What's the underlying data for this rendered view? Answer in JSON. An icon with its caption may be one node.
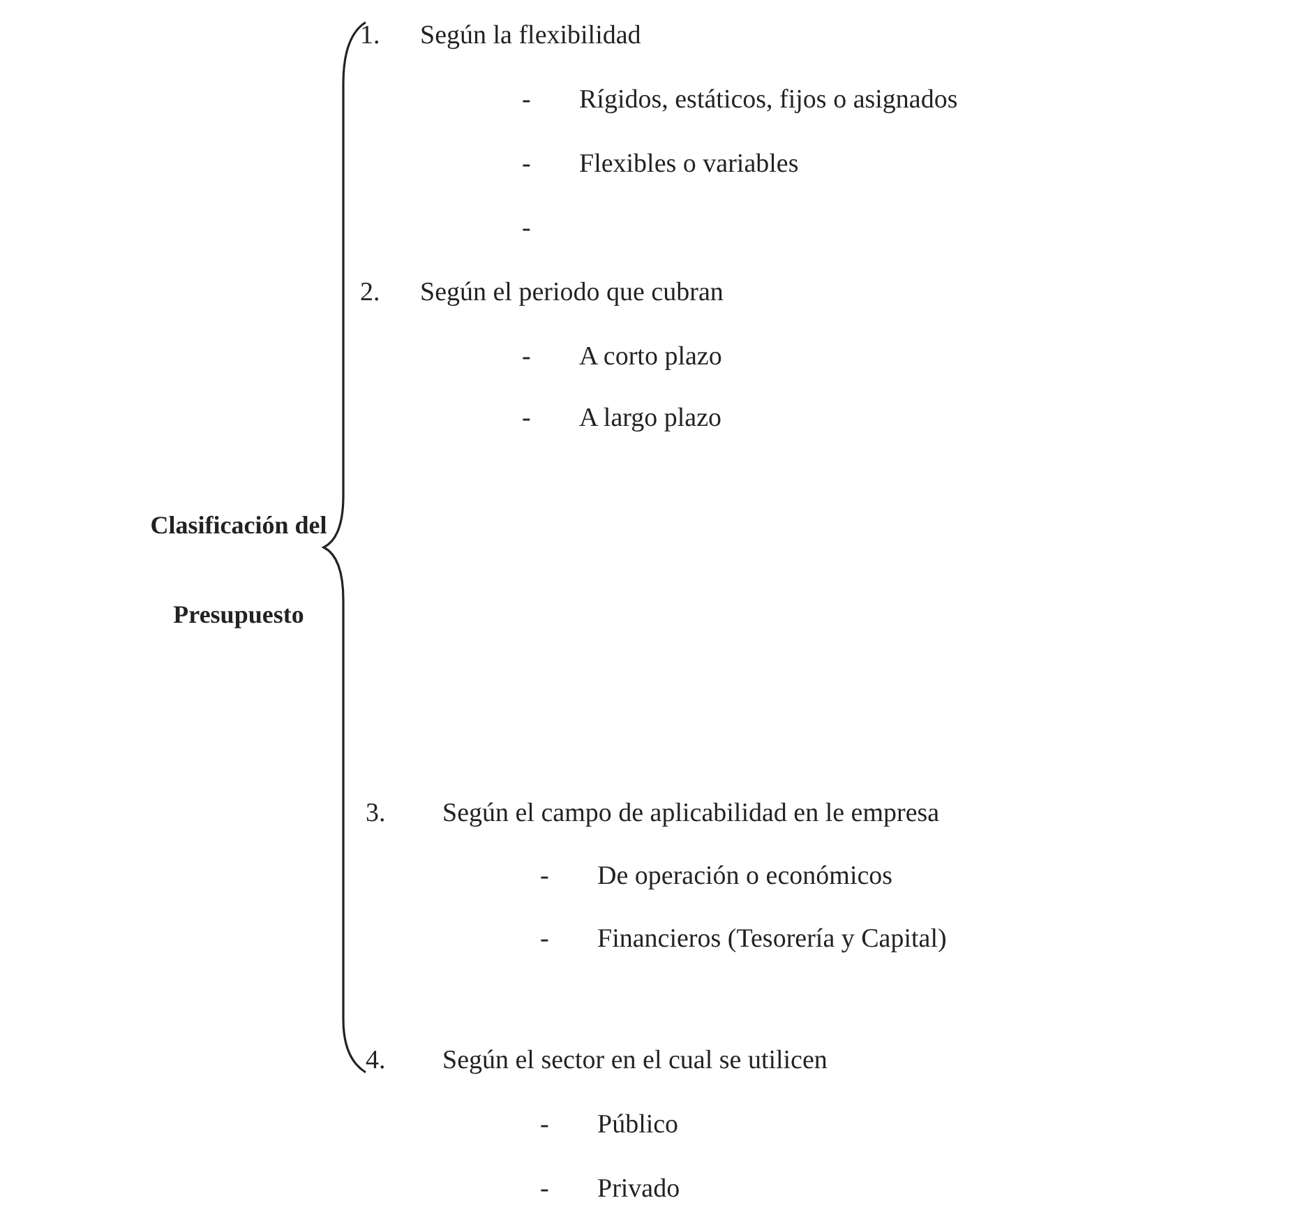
{
  "diagram": {
    "labels": [
      "Clasificación del Presupuesto",
      "1.",
      "Según la flexibilidad",
      "-",
      "Rígidos, estáticos, fijos o asignados",
      "-",
      "Flexibles o variables",
      "-",
      "2.",
      "Según el periodo que cubran",
      "-",
      "A corto plazo",
      "-",
      "A largo plazo",
      "3.",
      "Según el campo de aplicabilidad en le empresa",
      "-",
      "De operación o económicos",
      "-",
      "Financieros (Tesorería y Capital)",
      "4.",
      "Según el sector en el cual se utilicen",
      "-",
      "Público",
      "-",
      "Privado"
    ]
  }
}
